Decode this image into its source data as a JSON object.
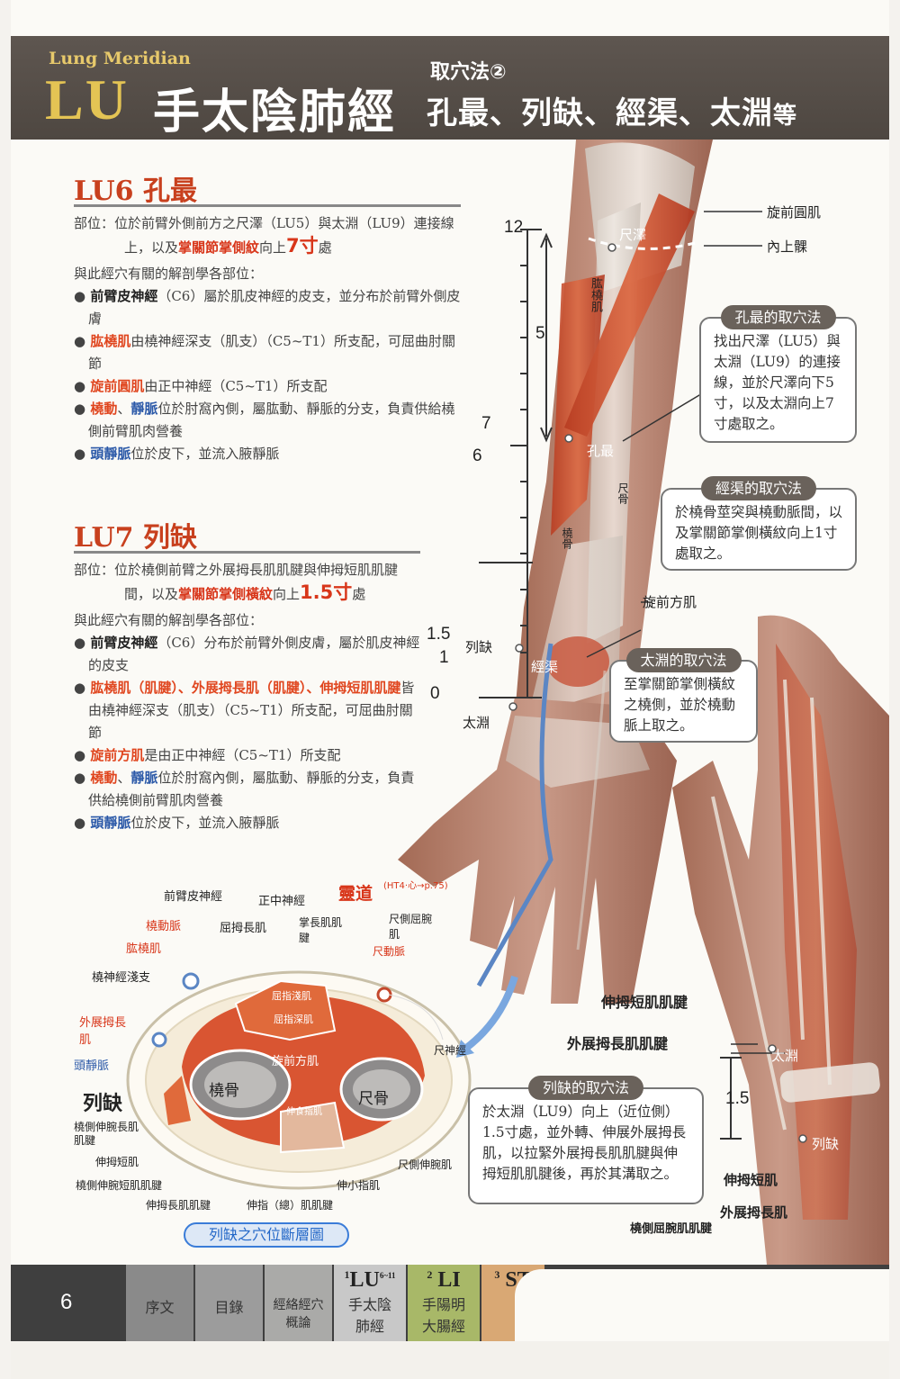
{
  "header": {
    "en_subtitle": "Lung Meridian",
    "code": "LU",
    "title": "手太陰肺經",
    "method": "取穴法②",
    "points": "孔最、列缺、經渠、太淵",
    "points_suffix": "等"
  },
  "lu6": {
    "code": "LU6",
    "name": "孔最",
    "loc_prefix": "部位：位於前臂外側前方之尺澤（LU5）與太淵（LU9）連接線上，以及",
    "loc_highlight": "掌關節掌側紋",
    "loc_mid": "向上",
    "loc_num": "7寸",
    "loc_suffix": "處",
    "lead": "與此經穴有關的解剖學各部位：",
    "items": [
      {
        "name": "前臂皮神經",
        "text": "（C6）屬於肌皮神經的皮支，並分布於前臂外側皮膚"
      },
      {
        "name": "肱橈肌",
        "text": "由橈神經深支（肌支）（C5~T1）所支配，可屈曲肘關節"
      },
      {
        "name": "旋前圓肌",
        "text": "由正中神經（C5~T1）所支配"
      },
      {
        "name1": "橈動",
        "sep": "、",
        "name2": "靜脈",
        "text": "位於肘窩內側，屬肱動、靜脈的分支，負責供給橈側前臂肌肉營養"
      },
      {
        "name": "頭靜脈",
        "text": "位於皮下，並流入腋靜脈"
      }
    ]
  },
  "lu7": {
    "code": "LU7",
    "name": "列缺",
    "loc_prefix": "部位：位於橈側前臂之外展拇長肌肌腱與伸拇短肌肌腱間，以及",
    "loc_highlight": "掌關節掌側橫紋",
    "loc_mid": "向上",
    "loc_num": "1.5寸",
    "loc_suffix": "處",
    "lead": "與此經穴有關的解剖學各部位：",
    "items": [
      {
        "name": "前臂皮神經",
        "text": "（C6）分布於前臂外側皮膚，屬於肌皮神經的皮支"
      },
      {
        "name": "肱橈肌（肌腱）、外展拇長肌（肌腱）、伸拇短肌肌腱",
        "text": "皆由橈神經深支（肌支）（C5~T1）所支配，可屈曲肘關節"
      },
      {
        "name": "旋前方肌",
        "text": "是由正中神經（C5~T1）所支配"
      },
      {
        "name1": "橈動",
        "sep": "、",
        "name2": "靜脈",
        "text": "位於肘窩內側，屬肱動、靜脈的分支，負責供給橈側前臂肌肉營養"
      },
      {
        "name": "頭靜脈",
        "text": "位於皮下，並流入腋靜脈"
      }
    ]
  },
  "callouts": {
    "kongzui": {
      "title": "孔最的取穴法",
      "text": "找出尺澤（LU5）與太淵（LU9）的連接線，並於尺澤向下5寸，以及太淵向上7寸處取之。"
    },
    "jingqu": {
      "title": "經渠的取穴法",
      "text": "於橈骨莖突與橈動脈間，以及掌關節掌側橫紋向上1寸處取之。"
    },
    "taiyuan": {
      "title": "太淵的取穴法",
      "text": "至掌關節掌側橫紋之橈側，並於橈動脈上取之。"
    },
    "lieque": {
      "title": "列缺的取穴法",
      "text": "於太淵（LU9）向上（近位側）1.5寸處，並外轉、伸展外展拇長肌，以拉緊外展拇長肌肌腱與伸拇短肌肌腱後，再於其溝取之。"
    }
  },
  "labels": {
    "pronator_teres": "旋前圓肌",
    "medial_epicondyle": "內上髁",
    "chize": "尺澤",
    "brachioradialis": "肱橈肌",
    "kongzui": "孔最",
    "ulna": "尺骨",
    "radius": "橈骨",
    "pronator_quadratus": "旋前方肌",
    "lieque": "列缺",
    "jingqu": "經渠",
    "taiyuan": "太淵",
    "epb_tendon": "伸拇短肌肌腱",
    "apl_tendon": "外展拇長肌肌腱",
    "taiyuan2": "太淵",
    "lieque2": "列缺",
    "epb": "伸拇短肌",
    "apl": "外展拇長肌",
    "fcr_tendon": "橈側屈腕肌肌腱"
  },
  "scale": {
    "t12": "12",
    "t5": "5",
    "t7": "7",
    "t6": "6",
    "t15": "1.5",
    "t1": "1",
    "t0": "0",
    "side15": "1.5"
  },
  "cross_section": {
    "title": "列缺之穴位斷層圖",
    "forearm_nerve": "前臂皮神經",
    "median_nerve": "正中神經",
    "lingdao": "靈道",
    "lingdao_ref": "(HT4·心→p.75)",
    "radial_artery": "橈動脈",
    "fpl": "屈拇長肌",
    "pl_tendon": "掌長肌肌腱",
    "fcu": "尺側屈腕肌",
    "ulnar_artery": "尺動脈",
    "brachioradialis": "肱橈肌",
    "radial_nerve_sup": "橈神經淺支",
    "apl": "外展拇長肌",
    "cephalic": "頭靜脈",
    "lieque": "列缺",
    "ulnar_nerve": "尺神經",
    "pronator_quad": "旋前方肌",
    "radius": "橈骨",
    "ulna": "尺骨",
    "ecrl": "橈側伸腕長肌肌腱",
    "epb": "伸拇短肌",
    "ecu": "尺側伸腕肌",
    "ecrb": "橈側伸腕短肌肌腱",
    "edm": "伸小指肌",
    "epl": "伸拇長肌肌腱",
    "ed": "伸指（總）肌肌腱",
    "fds": "屈指淺肌",
    "fdp": "屈指深肌",
    "ep_index": "伸食指肌"
  },
  "footer": {
    "page": "6",
    "tabs": [
      {
        "top": "序文",
        "bottom": ""
      },
      {
        "top": "目錄",
        "bottom": ""
      },
      {
        "top": "經絡經穴",
        "bottom": "概論"
      },
      {
        "num": "1",
        "code": "LU",
        "code_sup": "6~11",
        "top": "手太陰",
        "bottom": "肺經"
      },
      {
        "num": "2",
        "code": "LI",
        "top": "手陽明",
        "bottom": "大腸經"
      },
      {
        "num": "3",
        "code": "ST",
        "top": "",
        "bottom": ""
      }
    ]
  },
  "colors": {
    "header": "#55504a",
    "accent_red": "#d8361a",
    "gold": "#e4c454",
    "muscle": "#c4482c"
  }
}
